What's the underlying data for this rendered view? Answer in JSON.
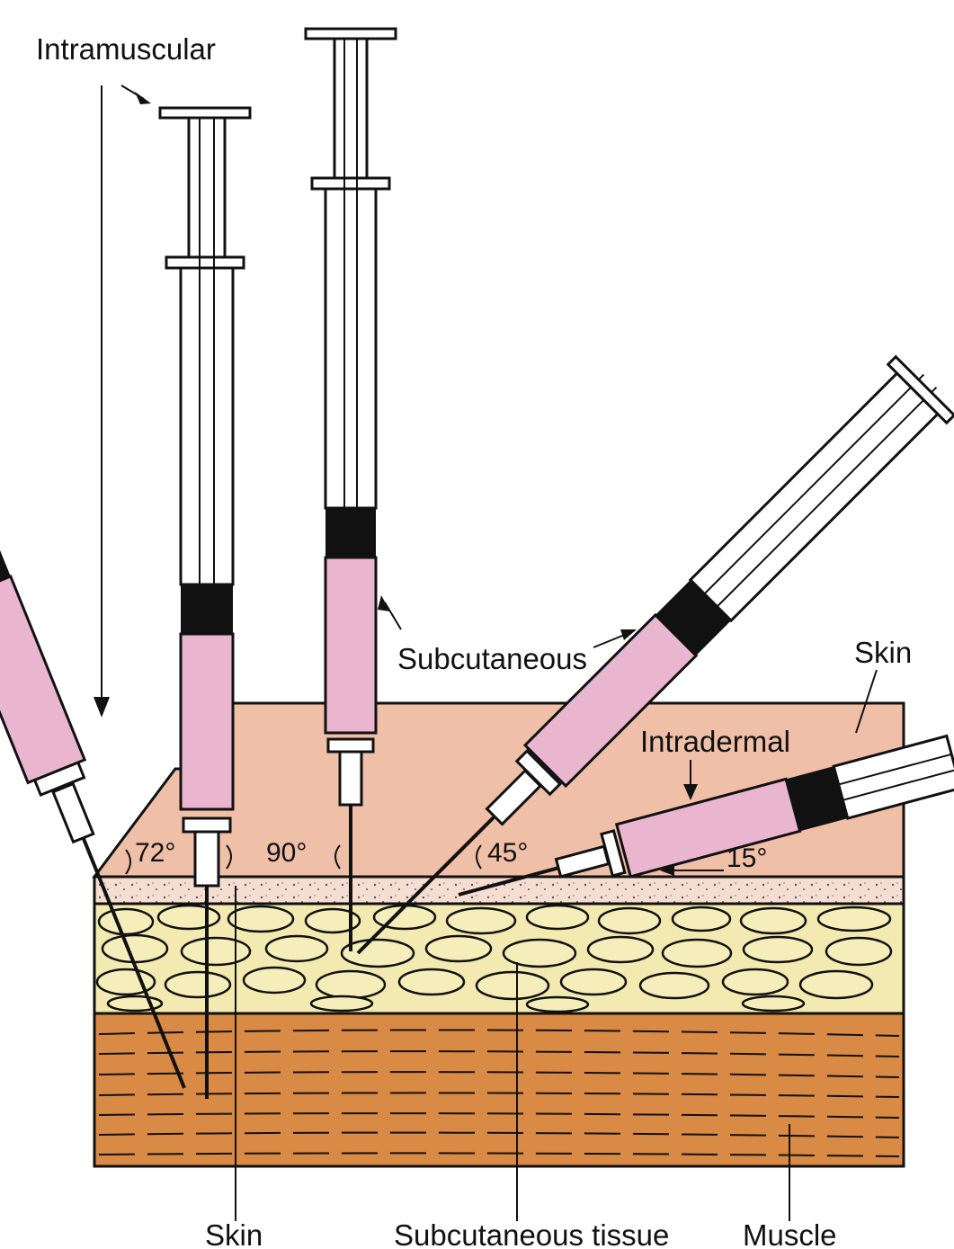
{
  "labels": {
    "intramuscular": "Intramuscular",
    "subcutaneous": "Subcutaneous",
    "skin_top": "Skin",
    "intradermal": "Intradermal",
    "skin_bottom": "Skin",
    "subcutaneous_tissue": "Subcutaneous tissue",
    "muscle": "Muscle"
  },
  "angles": {
    "a72": "72°",
    "a90": "90°",
    "a45": "45°",
    "a15": "15°"
  },
  "colors": {
    "skin_surface": "#efbfa8",
    "epidermis": "#f6ddd2",
    "fat": "#f2eab0",
    "muscle": "#d98a45",
    "medication": "#e9b5cf",
    "stopper": "#111111"
  }
}
